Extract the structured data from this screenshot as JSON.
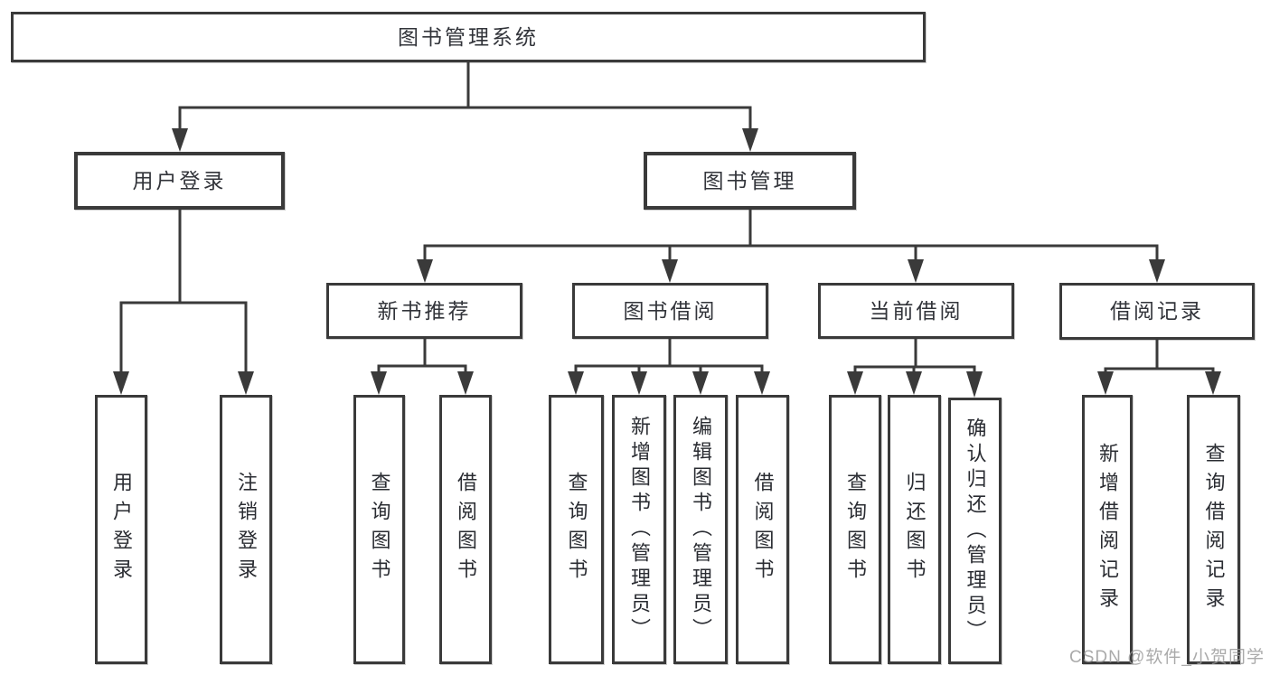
{
  "tree": {
    "label": "图书管理系统",
    "children": [
      {
        "label": "用户登录",
        "children": [
          {
            "label": "用户登录"
          },
          {
            "label": "注销登录"
          }
        ]
      },
      {
        "label": "图书管理",
        "children": [
          {
            "label": "新书推荐",
            "children": [
              {
                "label": "查询图书"
              },
              {
                "label": "借阅图书"
              }
            ]
          },
          {
            "label": "图书借阅",
            "children": [
              {
                "label": "查询图书"
              },
              {
                "label": "新增图书（管理员）"
              },
              {
                "label": "编辑图书（管理员）"
              },
              {
                "label": "借阅图书"
              }
            ]
          },
          {
            "label": "当前借阅",
            "children": [
              {
                "label": "查询图书"
              },
              {
                "label": "归还图书"
              },
              {
                "label": "确认归还（管理员）"
              }
            ]
          },
          {
            "label": "借阅记录",
            "children": [
              {
                "label": "新增借阅记录"
              },
              {
                "label": "查询借阅记录"
              }
            ]
          }
        ]
      }
    ]
  },
  "watermark": {
    "text": "CSDN @软件_小贺同学"
  },
  "colors": {
    "line": "#3a3a3a",
    "text": "#32343a",
    "watermark": "#9b9b9b",
    "background": "#ffffff"
  }
}
